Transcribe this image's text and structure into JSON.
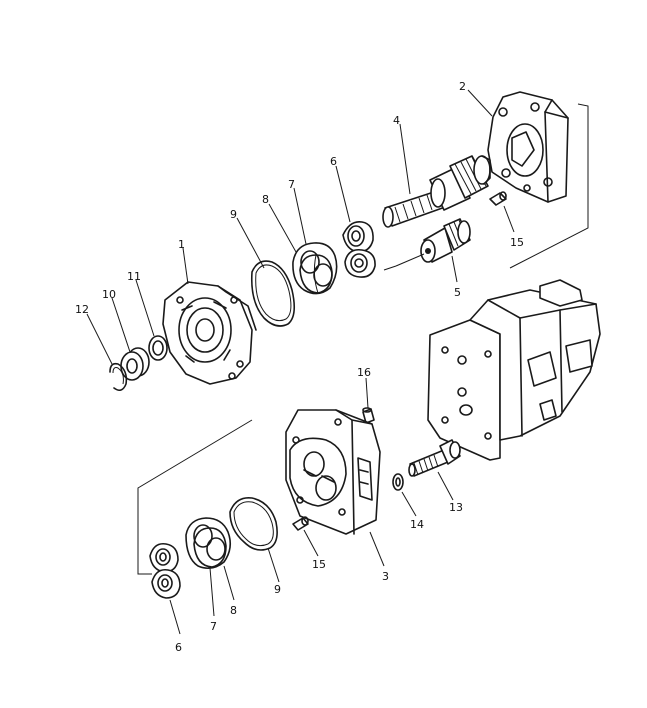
{
  "callouts": [
    {
      "id": "c2",
      "label": "2"
    },
    {
      "id": "c4",
      "label": "4"
    },
    {
      "id": "c6a",
      "label": "6"
    },
    {
      "id": "c7a",
      "label": "7"
    },
    {
      "id": "c8a",
      "label": "8"
    },
    {
      "id": "c9a",
      "label": "9"
    },
    {
      "id": "c1",
      "label": "1"
    },
    {
      "id": "c11",
      "label": "11"
    },
    {
      "id": "c10",
      "label": "10"
    },
    {
      "id": "c12",
      "label": "12"
    },
    {
      "id": "c15a",
      "label": "15"
    },
    {
      "id": "c5",
      "label": "5"
    },
    {
      "id": "c16",
      "label": "16"
    },
    {
      "id": "c13",
      "label": "13"
    },
    {
      "id": "c14",
      "label": "14"
    },
    {
      "id": "c15b",
      "label": "15"
    },
    {
      "id": "c3",
      "label": "3"
    },
    {
      "id": "c9b",
      "label": "9"
    },
    {
      "id": "c8b",
      "label": "8"
    },
    {
      "id": "c7b",
      "label": "7"
    },
    {
      "id": "c6b",
      "label": "6"
    }
  ]
}
